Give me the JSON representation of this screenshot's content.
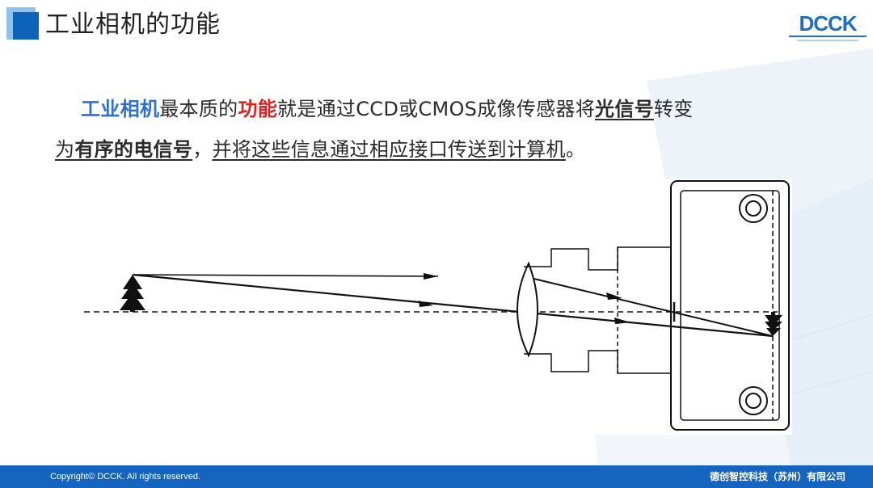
{
  "header": {
    "title": "工业相机的功能"
  },
  "logo": {
    "text": "DCCK"
  },
  "intro": {
    "line1": [
      {
        "text": "工业相机",
        "style": "hl-blue"
      },
      {
        "text": "最本质的",
        "style": ""
      },
      {
        "text": "功能",
        "style": "hl-red"
      },
      {
        "text": "就是通过CCD或CMOS成像传感器将",
        "style": ""
      },
      {
        "text": "光信号",
        "style": "bold-u"
      },
      {
        "text": "转变",
        "style": ""
      }
    ],
    "line2": [
      {
        "text": "为",
        "style": "u"
      },
      {
        "text": "有序的电信号",
        "style": "bold-u"
      },
      {
        "text": "，",
        "style": ""
      },
      {
        "text": "并将这些信息通过相应接口传送到计算机",
        "style": "u"
      },
      {
        "text": "。",
        "style": ""
      }
    ]
  },
  "footer": {
    "copyright": "Copyright© DCCK. All rights reserved.",
    "company": "德创智控科技（苏州）有限公司"
  },
  "colors": {
    "accent_blue": "#2e6fcf",
    "accent_red": "#e0201c",
    "brand_blue": "#1565c0",
    "title_mark": "#0e63b8"
  }
}
